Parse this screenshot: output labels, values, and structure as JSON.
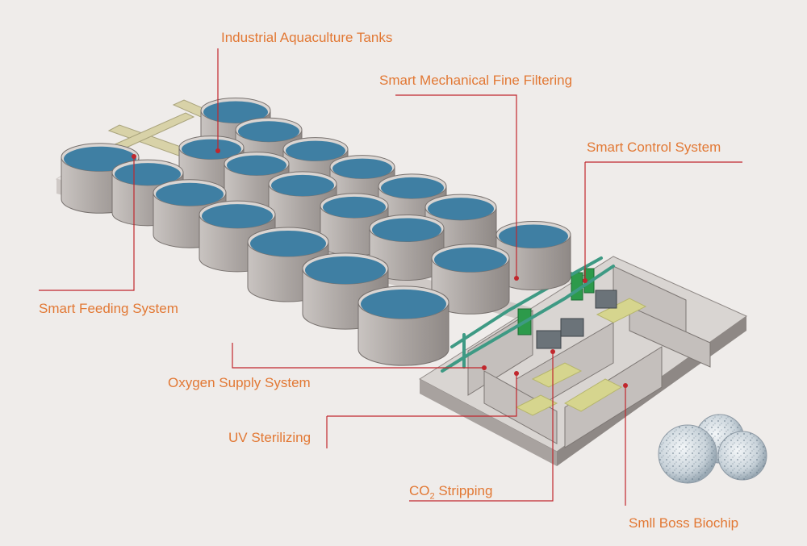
{
  "colors": {
    "background": "#efecea",
    "label_text": "#e27834",
    "leader_line": "#c1272d",
    "tank_wall": "#b3adaa",
    "water": "#3f7fa3",
    "walkway": "#d8d2a8",
    "pipe": "#3e9a84",
    "floor_panel": "#d6d58e",
    "control_cabinet": "#2d9a4b"
  },
  "labels": {
    "industrial_tanks": "Industrial Aquaculture Tanks",
    "mechanical_filter": "Smart Mechanical Fine Filtering",
    "control_system": "Smart Control System",
    "feeding_system": "Smart Feeding System",
    "oxygen_supply": "Oxygen Supply System",
    "uv_sterilizing": "UV Sterilizing",
    "co2_main": "CO",
    "co2_sub": "2",
    "co2_rest": " Stripping",
    "biochip": "Smll Boss Biochip"
  }
}
